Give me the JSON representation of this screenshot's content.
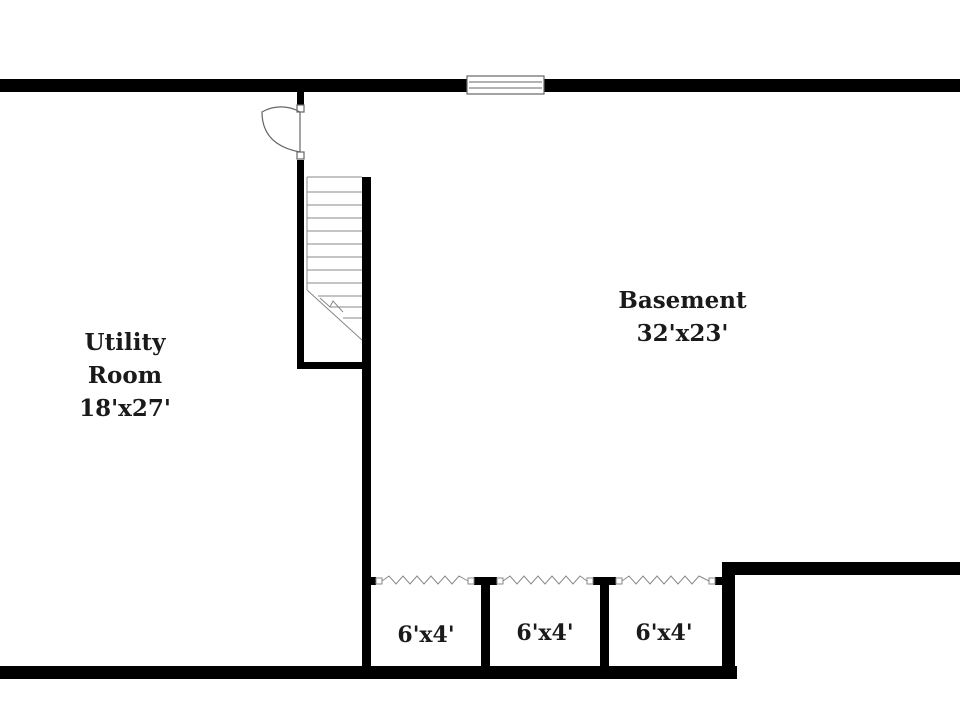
{
  "rooms": {
    "basement": {
      "name": "Basement",
      "size": "32'x23'"
    },
    "utility": {
      "name_line1": "Utility",
      "name_line2": "Room",
      "size": "18'x27'"
    },
    "closets": [
      {
        "size": "6'x4'"
      },
      {
        "size": "6'x4'"
      },
      {
        "size": "6'x4'"
      }
    ]
  },
  "colors": {
    "wall": "#000000",
    "background": "#ffffff",
    "fixture_stroke": "#888888"
  }
}
